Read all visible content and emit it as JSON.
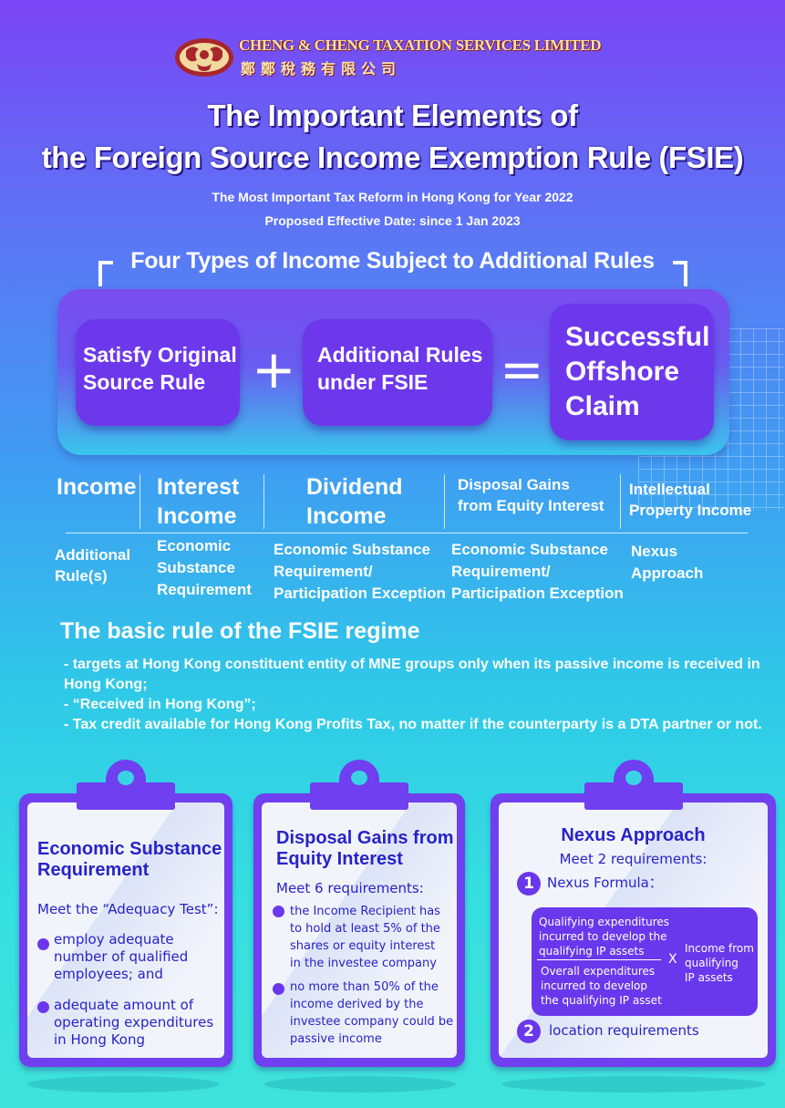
{
  "header": {
    "company_en": "CHENG & CHENG TAXATION SERVICES LIMITED",
    "company_zh": "鄭鄭稅務有限公司",
    "title_line1": "The Important Elements of",
    "title_line2": "the Foreign Source Income Exemption Rule (FSIE)",
    "subtitle1": "The Most Important Tax Reform in Hong Kong for Year 2022",
    "subtitle2": "Proposed Effective Date: since 1 Jan 2023"
  },
  "equation": {
    "heading": "Four Types of Income Subject to Additional Rules",
    "left": [
      "Satisfy Original",
      "Source Rule"
    ],
    "plus": "+",
    "middle": [
      "Additional Rules",
      "under FSIE"
    ],
    "equals": "=",
    "result": [
      "Successful",
      "Offshore",
      "Claim"
    ]
  },
  "table": {
    "row_label_income": "Income",
    "row_label_rules": [
      "Additional",
      "Rule(s)"
    ],
    "columns": [
      {
        "income": [
          "Interest",
          "Income"
        ],
        "rule": [
          "Economic",
          "Substance",
          "Requirement"
        ]
      },
      {
        "income": [
          "Dividend",
          "Income"
        ],
        "rule": [
          "Economic Substance",
          "Requirement/",
          "Participation Exception"
        ]
      },
      {
        "income": [
          "Disposal Gains",
          "from Equity Interest"
        ],
        "rule": [
          "Economic Substance",
          "Requirement/",
          "Participation Exception"
        ]
      },
      {
        "income": [
          "Intellectual",
          "Property Income"
        ],
        "rule": [
          "Nexus",
          "Approach"
        ]
      }
    ]
  },
  "basic_rule": {
    "title": "The basic rule of the FSIE regime",
    "items": [
      "- targets at Hong Kong constituent entity of MNE groups only when its passive income is received in Hong Kong;",
      "- “Received in Hong Kong”;",
      "- Tax credit available for Hong Kong Profits Tax, no matter if the counterparty is a DTA partner or not."
    ]
  },
  "boards": {
    "esr": {
      "title": [
        "Economic Substance",
        "Requirement"
      ],
      "intro": "Meet the “Adequacy Test”:",
      "bullets": [
        [
          "employ adequate",
          "number of qualified",
          "employees; and"
        ],
        [
          "adequate amount of",
          "operating expenditures",
          "in Hong Kong"
        ]
      ]
    },
    "disposal": {
      "title": [
        "Disposal Gains from",
        "Equity Interest"
      ],
      "intro": "Meet 6 requirements:",
      "bullets": [
        [
          "the Income Recipient has",
          "to hold at least 5% of the",
          "shares or equity interest",
          "in the investee company"
        ],
        [
          "no more than 50% of the",
          "income derived by the",
          "investee company could be",
          "passive income"
        ]
      ]
    },
    "nexus": {
      "title": "Nexus Approach",
      "intro": "Meet 2 requirements:",
      "req1_num": "1",
      "req1": "Nexus Formula：",
      "numerator": [
        "Qualifying expenditures",
        "incurred to develop the",
        "qualifying IP assets"
      ],
      "denominator": [
        "Overall expenditures",
        "incurred to develop",
        "the qualifying IP asset"
      ],
      "times": "X",
      "multiplier": [
        "Income from",
        "qualifying",
        "IP assets"
      ],
      "req2_num": "2",
      "req2": "location requirements"
    }
  },
  "colors": {
    "purple": "#6d38ec",
    "navy_text": "#2723c8",
    "logo_red": "#a8262b",
    "logo_gold": "#f8e4a8"
  }
}
